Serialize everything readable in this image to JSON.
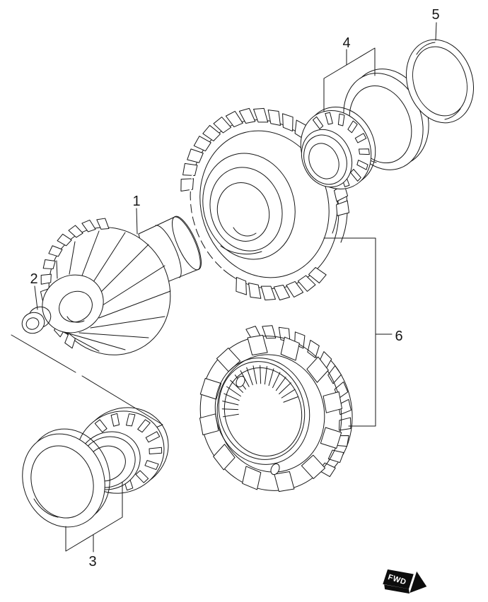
{
  "diagram": {
    "callouts": [
      {
        "label": "1"
      },
      {
        "label": "2"
      },
      {
        "label": "3"
      },
      {
        "label": "4"
      },
      {
        "label": "5"
      },
      {
        "label": "6"
      }
    ],
    "fwd_marker": {
      "label": "FWD"
    },
    "colors": {
      "background": "#ffffff",
      "line": "#161616",
      "fwd_fill": "#0d0d0d",
      "fwd_text": "#ffffff"
    }
  }
}
